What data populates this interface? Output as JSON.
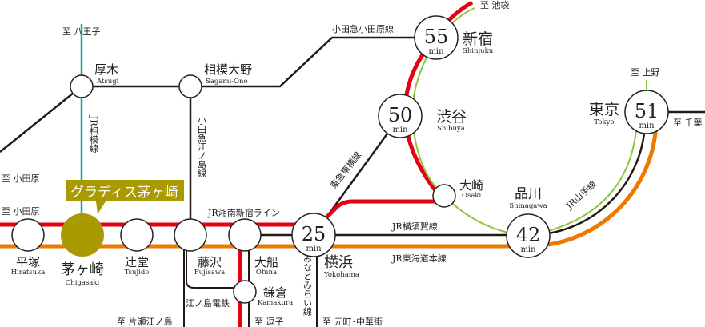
{
  "highlight": {
    "label": "グラディス茅ヶ崎",
    "color": "#a89a00"
  },
  "colors": {
    "red": "#e50012",
    "orange": "#ee7800",
    "green": "#8cc63f",
    "teal": "#1aa59a",
    "black": "#231815"
  },
  "stations": {
    "hiratsuka": {
      "ja": "平塚",
      "en": "Hiratsuka"
    },
    "chigasaki": {
      "ja": "茅ヶ崎",
      "en": "Chigasaki"
    },
    "tsujido": {
      "ja": "辻堂",
      "en": "Tsujido"
    },
    "fujisawa": {
      "ja": "藤沢",
      "en": "Fujisawa"
    },
    "ofuna": {
      "ja": "大船",
      "en": "Ofuna"
    },
    "kamakura": {
      "ja": "鎌倉",
      "en": "Kamakura"
    },
    "yokohama": {
      "ja": "横浜",
      "en": "Yokohama",
      "time": "25",
      "unit": "min"
    },
    "shinagawa": {
      "ja": "品川",
      "en": "Shinagawa",
      "time": "42",
      "unit": "min"
    },
    "osaki": {
      "ja": "大崎",
      "en": "Osaki"
    },
    "shibuya": {
      "ja": "渋谷",
      "en": "Shibuya",
      "time": "50",
      "unit": "min"
    },
    "shinjuku": {
      "ja": "新宿",
      "en": "Shinjuku",
      "time": "55",
      "unit": "min"
    },
    "tokyo": {
      "ja": "東京",
      "en": "Tokyo",
      "time": "51",
      "unit": "min"
    },
    "atsugi": {
      "ja": "厚木",
      "en": "Atsugi"
    },
    "sagamiono": {
      "ja": "相模大野",
      "en": "Sagami-Ono"
    }
  },
  "lines": {
    "shonan_shinjuku": "JR湘南新宿ライン",
    "yokosuka": "JR横須賀線",
    "tokaido": "JR東海道本線",
    "yamanote": "JR山手線",
    "toyoko": "東急東横線",
    "odakyu_odawara": "小田急小田原線",
    "odakyu_enoshima": "小田急江ノ島線",
    "sagami": "JR相模線",
    "enoden": "江ノ島電鉄",
    "minatomirai": "みなとみらい線"
  },
  "destinations": {
    "hachioji": "至 八王子",
    "odawara1": "至 小田原",
    "odawara2": "至 小田原",
    "ikebukuro": "至 池袋",
    "ueno": "至 上野",
    "chiba": "至 千葉",
    "katase": "至 片瀬江ノ島",
    "zushi": "至 逗子",
    "motomachi": "至 元町･中華街"
  }
}
